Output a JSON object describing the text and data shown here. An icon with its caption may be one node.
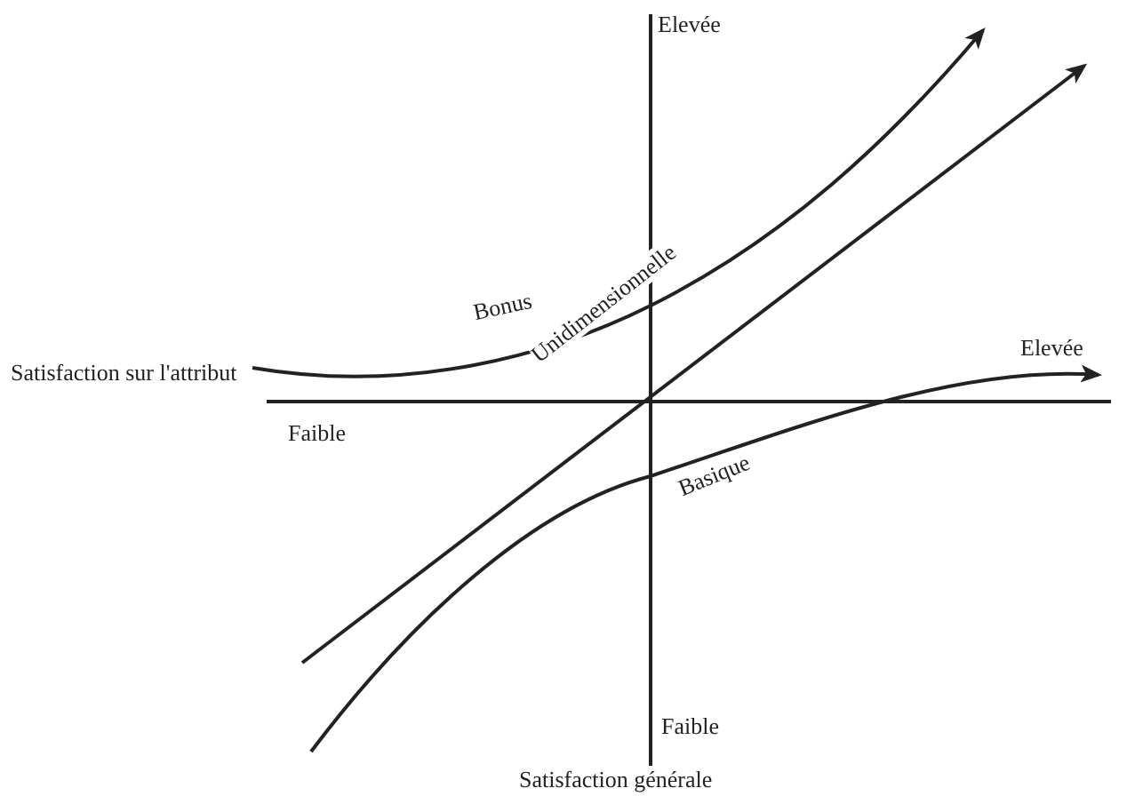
{
  "diagram": {
    "labels": [
      "Elevée",
      "Bonus",
      "Satisfaction sur l'attribut",
      "Unidimensionnelle",
      "Elevée",
      "Faible",
      "Basique",
      "Faible",
      "Satisfaction générale"
    ]
  }
}
